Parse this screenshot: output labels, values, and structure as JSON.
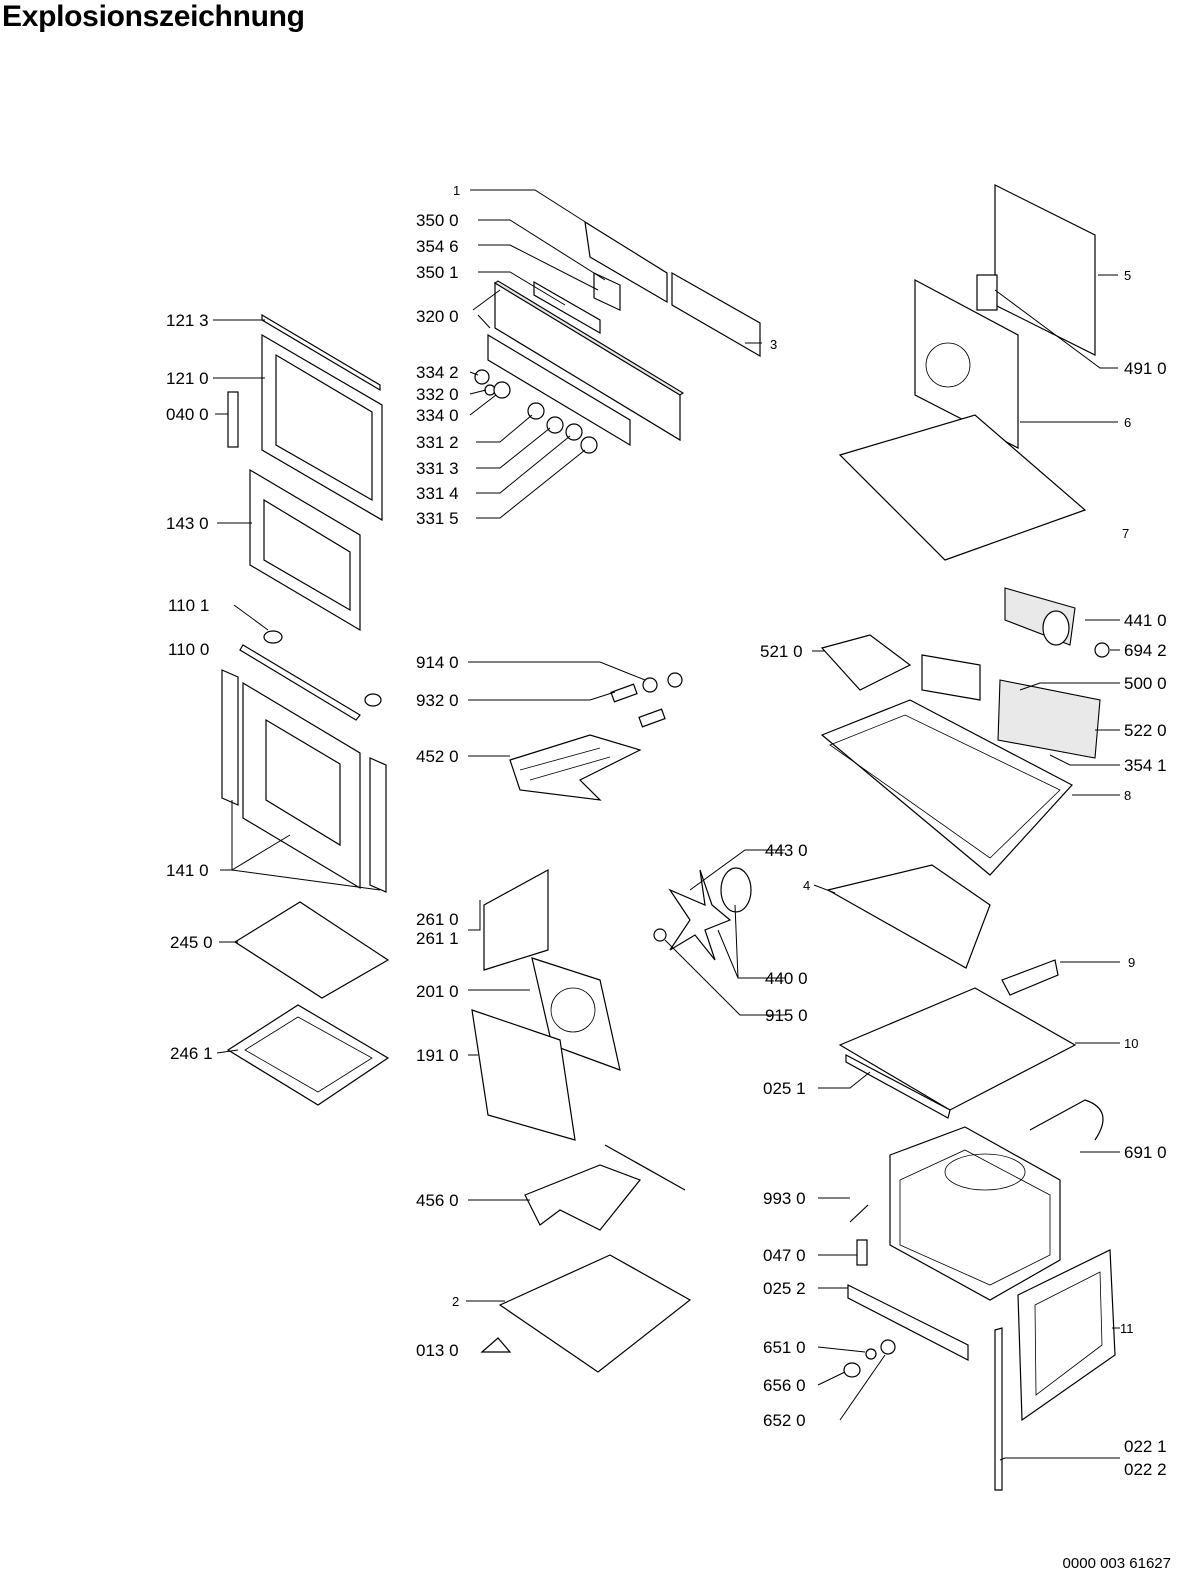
{
  "title": "Explosionszeichnung",
  "document_number": "0000 003 61627",
  "part_labels": {
    "p1": "1",
    "p350_0": "350 0",
    "p354_6": "354 6",
    "p350_1": "350 1",
    "p320_0": "320 0",
    "p3": "3",
    "p334_2": "334 2",
    "p332_0": "332 0",
    "p334_0": "334 0",
    "p331_2": "331 2",
    "p331_3": "331 3",
    "p331_4": "331 4",
    "p331_5": "331 5",
    "p121_3": "121 3",
    "p121_0": "121 0",
    "p040_0": "040 0",
    "p143_0": "143 0",
    "p110_1": "110 1",
    "p110_0": "110 0",
    "p141_0": "141 0",
    "p245_0": "245 0",
    "p246_1": "246 1",
    "p914_0": "914 0",
    "p932_0": "932 0",
    "p452_0": "452 0",
    "p261_0": "261 0",
    "p261_1": "261 1",
    "p201_0": "201 0",
    "p191_0": "191 0",
    "p456_0": "456 0",
    "p2": "2",
    "p013_0": "013 0",
    "p443_0": "443 0",
    "p440_0": "440 0",
    "p915_0": "915 0",
    "p5": "5",
    "p491_0": "491 0",
    "p6": "6",
    "p7": "7",
    "p441_0": "441 0",
    "p694_2": "694 2",
    "p521_0": "521 0",
    "p500_0": "500 0",
    "p522_0": "522 0",
    "p354_1": "354 1",
    "p8": "8",
    "p4": "4",
    "p9": "9",
    "p10": "10",
    "p025_1": "025 1",
    "p691_0": "691 0",
    "p993_0": "993 0",
    "p047_0": "047 0",
    "p025_2": "025 2",
    "p11": "11",
    "p651_0": "651 0",
    "p656_0": "656 0",
    "p652_0": "652 0",
    "p022_1": "022 1",
    "p022_2": "022 2"
  }
}
